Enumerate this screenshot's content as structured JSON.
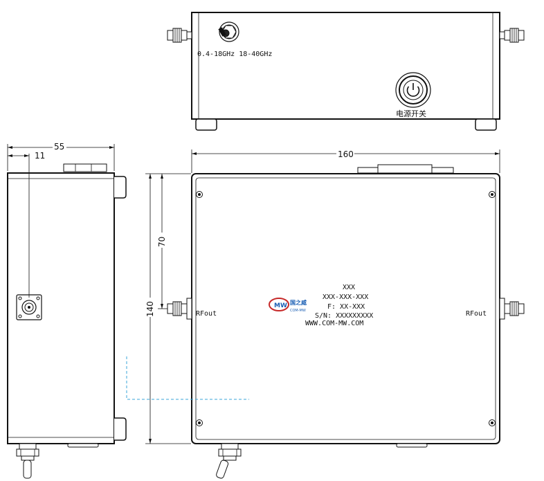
{
  "top_view": {
    "freq_label": "0.4-18GHz 18-40GHz",
    "power_label": "电源开关"
  },
  "front_view": {
    "label_model": "XXX",
    "label_part": "XXX-XXX-XXX",
    "label_freq": "F: XX-XXX",
    "label_sn": "S/N: XXXXXXXXX",
    "label_web": "WWW.COM-MW.COM",
    "port_left": "RFout",
    "port_right": "RFout",
    "logo_cn": "国之威",
    "logo_en": "COM-MW",
    "logo_mark": "MW"
  },
  "dimensions": {
    "width_total": "160",
    "height_total": "140",
    "height_half": "70",
    "depth_total": "55",
    "connector_offset": "11"
  }
}
